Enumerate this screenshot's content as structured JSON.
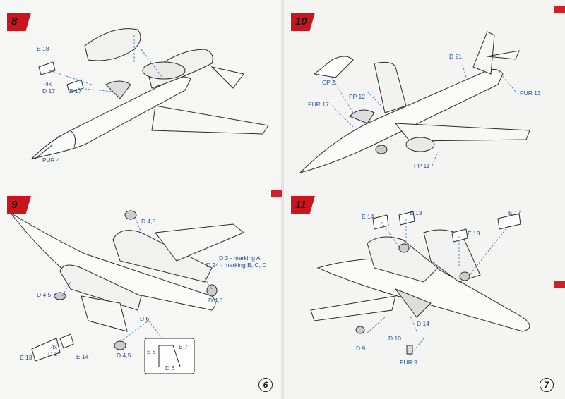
{
  "steps": {
    "s8": {
      "number": "8"
    },
    "s9": {
      "number": "9"
    },
    "s10": {
      "number": "10"
    },
    "s11": {
      "number": "11"
    }
  },
  "pages": {
    "left": "6",
    "right": "7"
  },
  "labels": {
    "s8_e18": "E 18",
    "s8_4x": "4x",
    "s8_d17": "D 17",
    "s8_e17": "E 17",
    "s8_pur4": "PUR 4",
    "s9_d45a": "D 4,5",
    "s9_d3": "D 3 - marking A",
    "s9_d24": "D 24 - marking B, C, D",
    "s9_d45b": "D 4,5",
    "s9_d45c": "D 4,5",
    "s9_d6": "D 6",
    "s9_d45d": "D 4,5",
    "s9_e7": "E 7",
    "s9_e8": "E 8",
    "s9_d6b": "D 6",
    "s9_4x": "4x",
    "s9_d17": "D 17",
    "s9_e13": "E 13",
    "s9_e14": "E 14",
    "s10_cp2": "CP 2",
    "s10_d21": "D 21",
    "s10_pp12": "PP 12",
    "s10_pur17": "PUR 17",
    "s10_pur13": "PUR 13",
    "s10_pp11": "PP 11",
    "s11_e14": "E 14",
    "s11_e13": "E 13",
    "s11_e17": "E 17",
    "s11_e18": "E 18",
    "s11_d14": "D 14",
    "s11_d10": "D 10",
    "s11_d9": "D 9",
    "s11_pur9": "PUR 9"
  },
  "colors": {
    "step_badge": "#c9151b",
    "callout": "#1f4e9a",
    "outline": "#2a2a2a"
  }
}
